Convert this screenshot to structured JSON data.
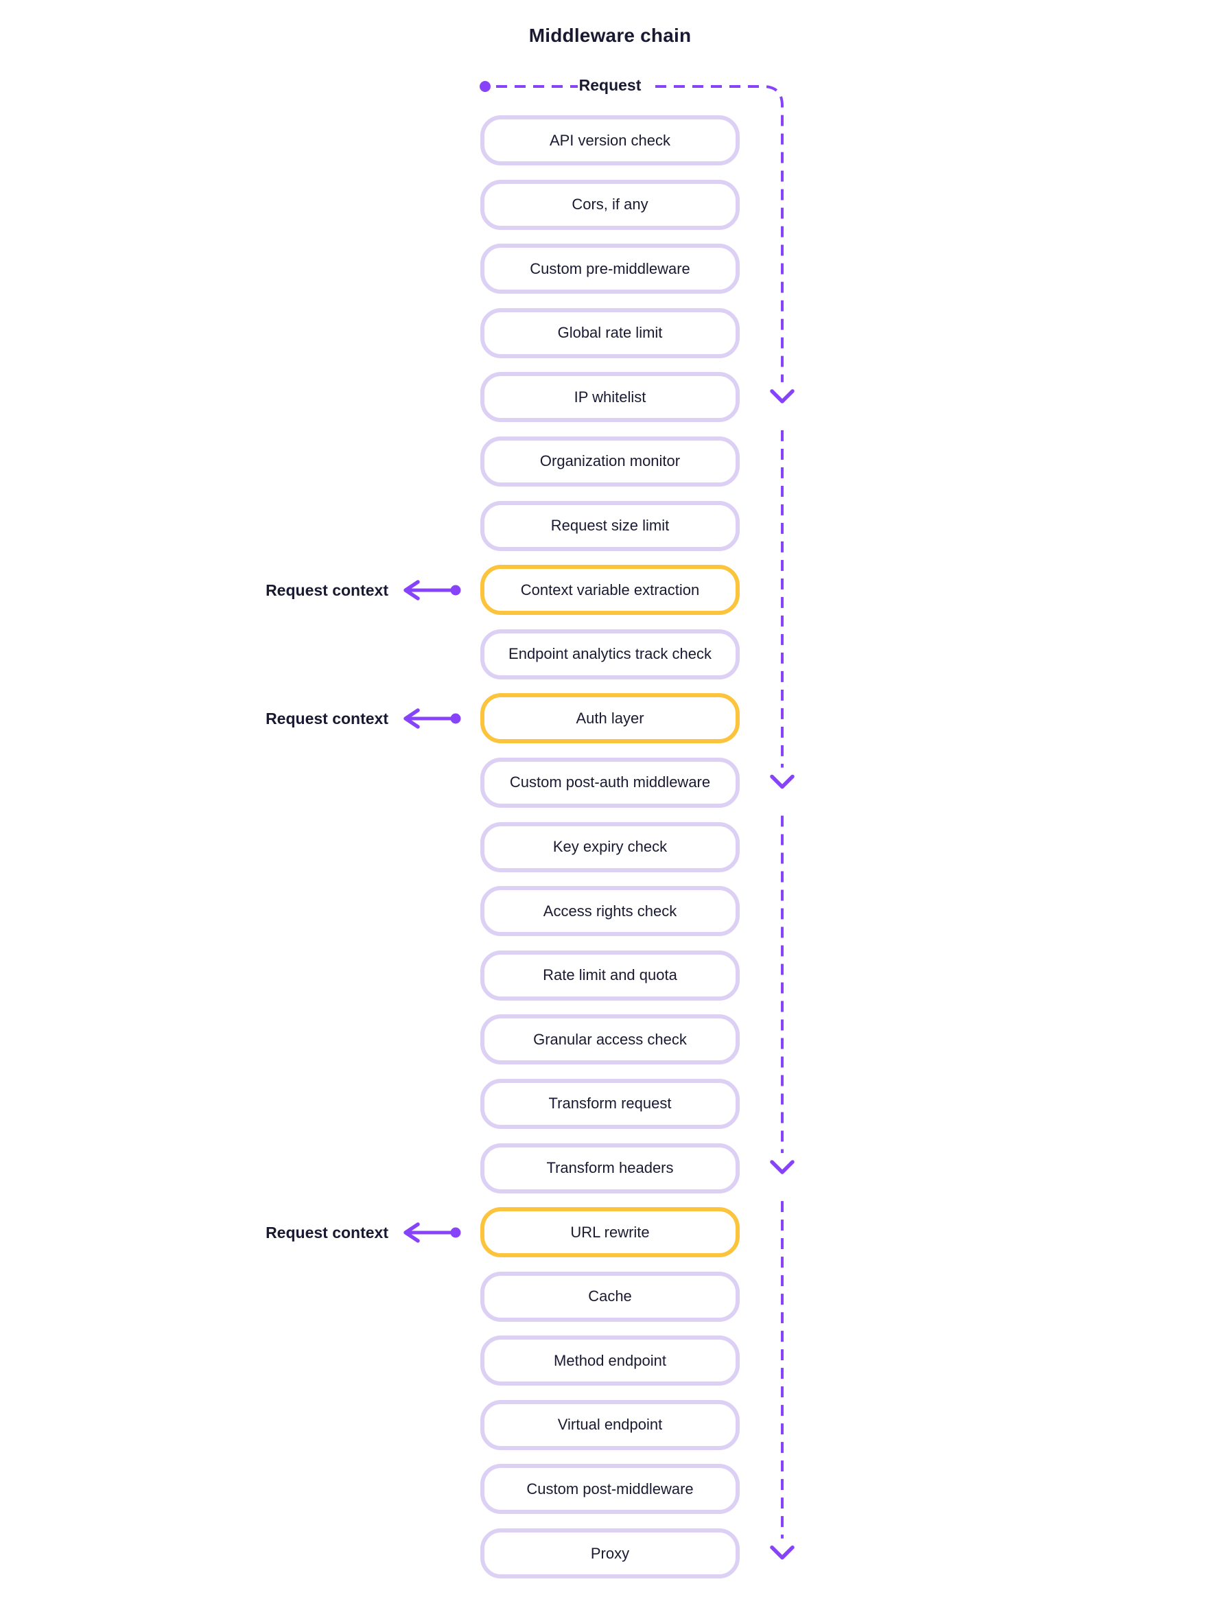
{
  "title": "Middleware chain",
  "flow": {
    "request_label": "Request",
    "context_label": "Request context"
  },
  "colors": {
    "accent_purple": "#8643fa",
    "pill_border": "#dcd0f5",
    "context_pill_border": "#fcc43d",
    "text_dark": "#191a32"
  },
  "middleware": {
    "steps": [
      {
        "id": "api-version-check",
        "label": "API version check",
        "context": false
      },
      {
        "id": "cors",
        "label": "Cors, if any",
        "context": false
      },
      {
        "id": "custom-pre-middleware",
        "label": "Custom pre-middleware",
        "context": false
      },
      {
        "id": "global-rate-limit",
        "label": "Global rate limit",
        "context": false
      },
      {
        "id": "ip-whitelist",
        "label": "IP whitelist",
        "context": false
      },
      {
        "id": "organization-monitor",
        "label": "Organization monitor",
        "context": false
      },
      {
        "id": "request-size-limit",
        "label": "Request size limit",
        "context": false
      },
      {
        "id": "context-variable-extraction",
        "label": "Context variable extraction",
        "context": true
      },
      {
        "id": "endpoint-analytics-track-check",
        "label": "Endpoint analytics track check",
        "context": false
      },
      {
        "id": "auth-layer",
        "label": "Auth layer",
        "context": true
      },
      {
        "id": "custom-post-auth-middleware",
        "label": "Custom post-auth middleware",
        "context": false
      },
      {
        "id": "key-expiry-check",
        "label": "Key expiry check",
        "context": false
      },
      {
        "id": "access-rights-check",
        "label": "Access rights check",
        "context": false
      },
      {
        "id": "rate-limit-and-quota",
        "label": "Rate limit and quota",
        "context": false
      },
      {
        "id": "granular-access-check",
        "label": "Granular access check",
        "context": false
      },
      {
        "id": "transform-request",
        "label": "Transform request",
        "context": false
      },
      {
        "id": "transform-headers",
        "label": "Transform headers",
        "context": false
      },
      {
        "id": "url-rewrite",
        "label": "URL rewrite",
        "context": true
      },
      {
        "id": "cache",
        "label": "Cache",
        "context": false
      },
      {
        "id": "method-endpoint",
        "label": "Method endpoint",
        "context": false
      },
      {
        "id": "virtual-endpoint",
        "label": "Virtual endpoint",
        "context": false
      },
      {
        "id": "custom-post-middleware",
        "label": "Custom post-middleware",
        "context": false
      },
      {
        "id": "proxy",
        "label": "Proxy",
        "context": false
      }
    ],
    "flow_arrow_rows": [
      5,
      11,
      17,
      23
    ]
  }
}
